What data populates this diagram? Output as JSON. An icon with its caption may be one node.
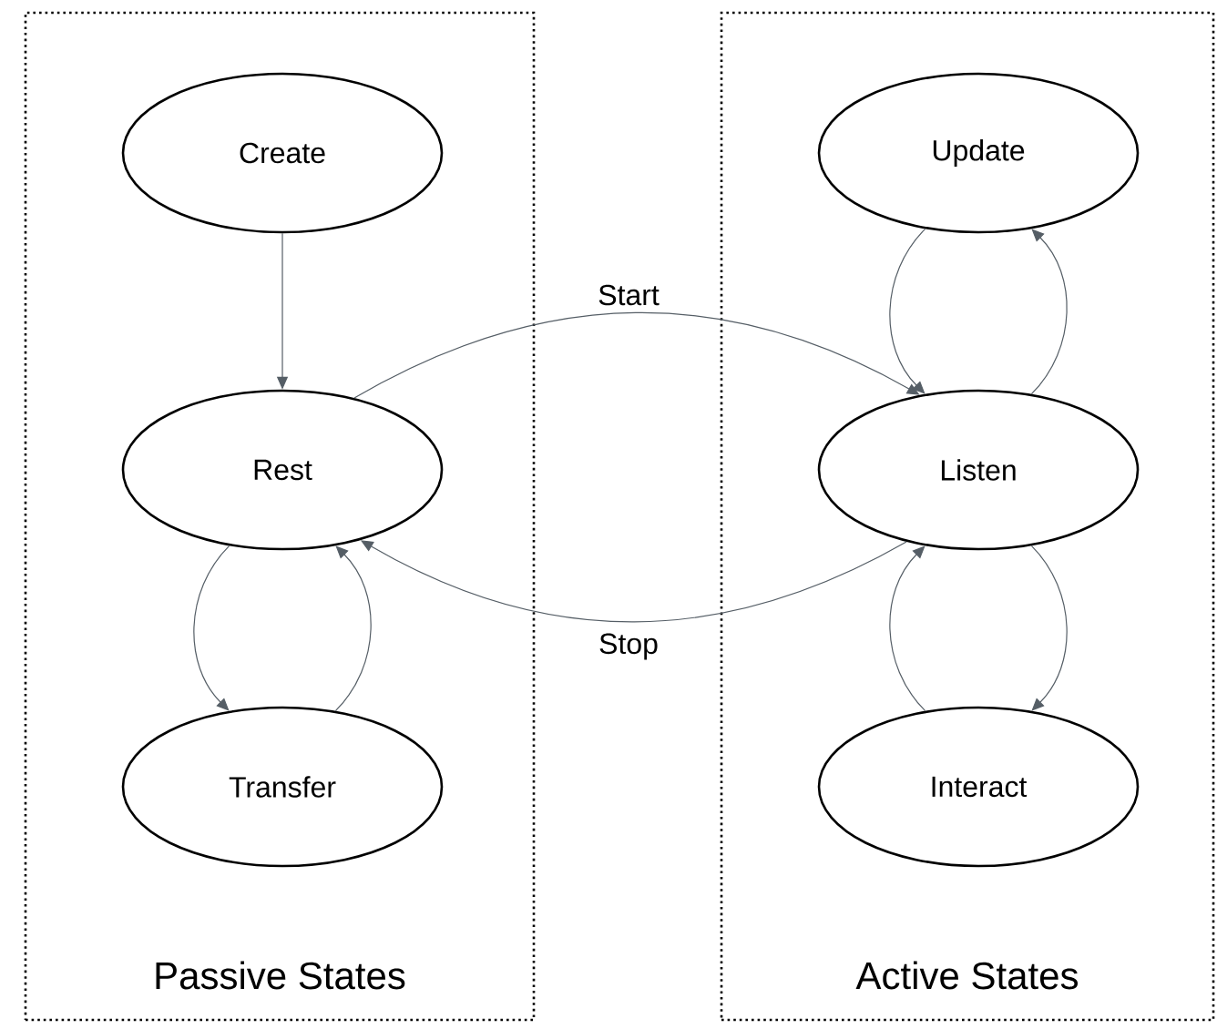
{
  "diagram": {
    "nodes": [
      {
        "text": [
          "Passive States"
        ]
      },
      {
        "text": [
          "Create"
        ],
        "in": 0
      },
      {
        "text": [
          "Rest"
        ],
        "in": 0
      },
      {
        "text": [
          "Transfer"
        ],
        "in": 0
      },
      {
        "text": [
          "Active States"
        ]
      },
      {
        "text": [
          "Update"
        ],
        "in": 4
      },
      {
        "text": [
          "Listen"
        ],
        "in": 4
      },
      {
        "text": [
          "Interact"
        ],
        "in": 4
      }
    ],
    "edges": [
      {
        "from": 1,
        "to": 2,
        "arrow": "to"
      },
      {
        "from": 2,
        "to": 3,
        "arrow": "to"
      },
      {
        "from": 3,
        "to": 2,
        "arrow": "to"
      },
      {
        "from": 2,
        "to": 6,
        "arrow": "to",
        "label": "Start"
      },
      {
        "from": 6,
        "to": 2,
        "arrow": "to",
        "label": "Stop"
      },
      {
        "from": 6,
        "to": 5,
        "arrow": "to"
      },
      {
        "from": 5,
        "to": 6,
        "arrow": "to"
      },
      {
        "from": 6,
        "to": 7,
        "arrow": "to"
      },
      {
        "from": 7,
        "to": 6,
        "arrow": "to"
      }
    ]
  }
}
